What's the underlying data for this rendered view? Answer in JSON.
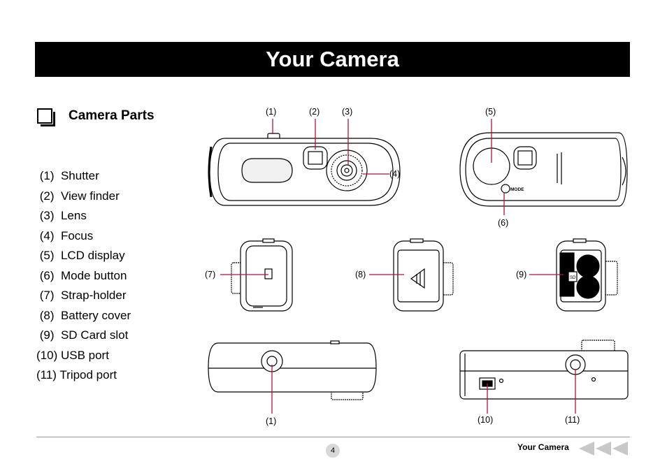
{
  "page": {
    "title": "Your Camera",
    "section_title": "Camera Parts",
    "page_number": "4",
    "footer_label": "Your Camera"
  },
  "parts": [
    {
      "num": " (1)",
      "name": "Shutter"
    },
    {
      "num": " (2)",
      "name": "View finder"
    },
    {
      "num": " (3)",
      "name": "Lens"
    },
    {
      "num": " (4)",
      "name": "Focus"
    },
    {
      "num": " (5)",
      "name": "LCD display"
    },
    {
      "num": " (6)",
      "name": "Mode button"
    },
    {
      "num": " (7)",
      "name": "Strap-holder"
    },
    {
      "num": " (8)",
      "name": "Battery cover"
    },
    {
      "num": " (9)",
      "name": "SD Card slot"
    },
    {
      "num": "(10)",
      "name": "USB port"
    },
    {
      "num": "(11)",
      "name": "Tripod port"
    }
  ],
  "callouts": {
    "c1_top": "(1)",
    "c2": "(2)",
    "c3": "(3)",
    "c4": "(4)",
    "c5": "(5)",
    "c6": "(6)",
    "c7": "(7)",
    "c8": "(8)",
    "c9": "(9)",
    "c1_bottom": "(1)",
    "c10": "(10)",
    "c11": "(11)"
  },
  "camera_labels": {
    "mode": "MODE",
    "sd": "SD"
  },
  "colors": {
    "leader_line": "#b5123a",
    "title_bar": "#000000",
    "footer_arrows": "#c8c8c8"
  },
  "icons": [
    "checkbox-square-icon",
    "triangle-back-arrows-icon"
  ]
}
